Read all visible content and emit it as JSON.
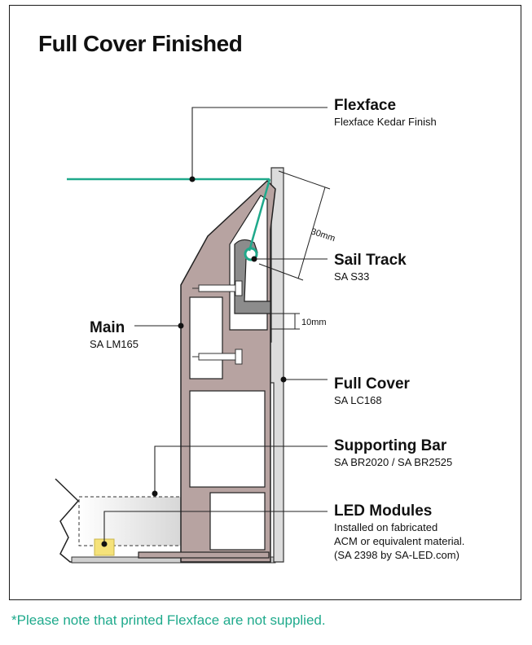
{
  "title": "Full Cover Finished",
  "labels": {
    "flexface": {
      "title": "Flexface",
      "sub": "Flexface Kedar Finish"
    },
    "sail_track": {
      "title": "Sail Track",
      "sub": "SA S33"
    },
    "main": {
      "title": "Main",
      "sub": "SA LM165"
    },
    "full_cover": {
      "title": "Full Cover",
      "sub": "SA LC168"
    },
    "supporting_bar": {
      "title": "Supporting Bar",
      "sub": "SA BR2020 / SA BR2525"
    },
    "led_modules": {
      "title": "LED Modules",
      "sub_lines": [
        "Installed on fabricated",
        "ACM or equivalent material.",
        "(SA 2398 by SA-LED.com)"
      ]
    }
  },
  "dimensions": {
    "d1": "30mm",
    "d2": "10mm"
  },
  "note": "*Please note that printed Flexface are not supplied.",
  "colors": {
    "main_profile": "#b7a3a1",
    "cover": "#dcdcdc",
    "flexface": "#1fa98b",
    "led": "#f5e27a",
    "note": "#1faa8c"
  }
}
